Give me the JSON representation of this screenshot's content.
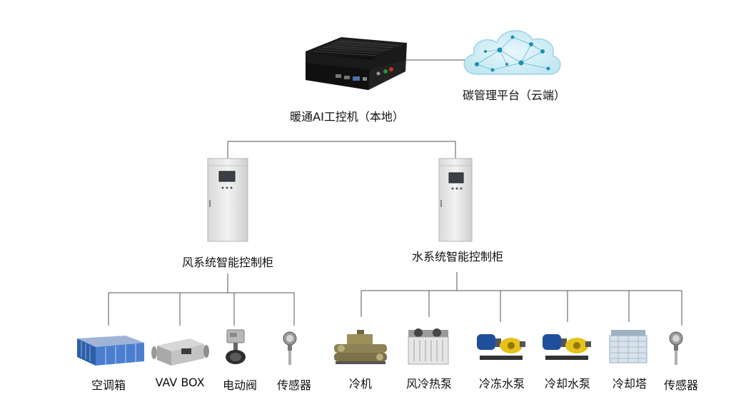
{
  "diagram": {
    "cloud_label": "碳管理平台（云端）",
    "pc_label": "暖通AI工控机（本地）",
    "air_cabinet_label": "风系统智能控制柜",
    "water_cabinet_label": "水系统智能控制柜",
    "air_devices": [
      {
        "label": "空调箱",
        "icon": "air-handling-unit-icon"
      },
      {
        "label": "VAV BOX",
        "icon": "vav-box-icon"
      },
      {
        "label": "电动阀",
        "icon": "electric-valve-icon"
      },
      {
        "label": "传感器",
        "icon": "sensor-icon"
      }
    ],
    "water_devices": [
      {
        "label": "冷机",
        "icon": "chiller-icon"
      },
      {
        "label": "风冷热泵",
        "icon": "heat-pump-icon"
      },
      {
        "label": "冷冻水泵",
        "icon": "chilled-water-pump-icon"
      },
      {
        "label": "冷却水泵",
        "icon": "cooling-water-pump-icon"
      },
      {
        "label": "冷却塔",
        "icon": "cooling-tower-icon"
      },
      {
        "label": "传感器",
        "icon": "sensor-icon"
      }
    ]
  }
}
